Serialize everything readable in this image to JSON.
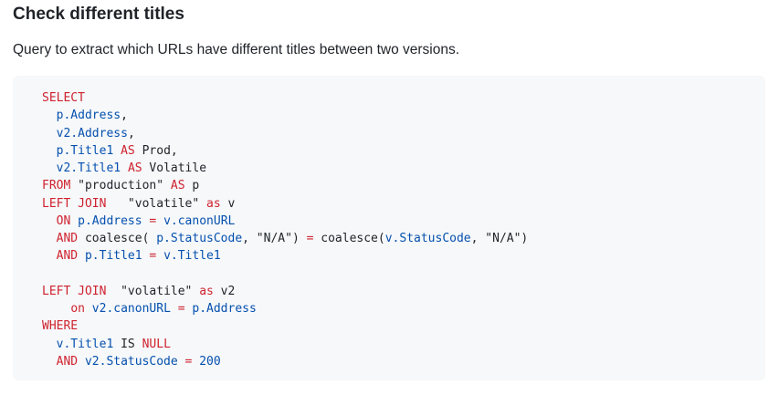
{
  "section": {
    "title": "Check different titles",
    "description": "Query to extract which URLs have different titles between two versions."
  },
  "code": {
    "language": "sql",
    "colors": {
      "keyword": "#cf222e",
      "identifier": "#0550ae",
      "text": "#1f2328",
      "background": "#f6f8fa"
    },
    "lines": [
      [
        {
          "t": "kw",
          "s": "SELECT"
        }
      ],
      [
        {
          "t": "tx",
          "s": "  "
        },
        {
          "t": "id",
          "s": "p.Address"
        },
        {
          "t": "tx",
          "s": ","
        }
      ],
      [
        {
          "t": "tx",
          "s": "  "
        },
        {
          "t": "id",
          "s": "v2.Address"
        },
        {
          "t": "tx",
          "s": ","
        }
      ],
      [
        {
          "t": "tx",
          "s": "  "
        },
        {
          "t": "id",
          "s": "p.Title1"
        },
        {
          "t": "tx",
          "s": " "
        },
        {
          "t": "kw",
          "s": "AS"
        },
        {
          "t": "tx",
          "s": " Prod,"
        }
      ],
      [
        {
          "t": "tx",
          "s": "  "
        },
        {
          "t": "id",
          "s": "v2.Title1"
        },
        {
          "t": "tx",
          "s": " "
        },
        {
          "t": "kw",
          "s": "AS"
        },
        {
          "t": "tx",
          "s": " Volatile"
        }
      ],
      [
        {
          "t": "kw",
          "s": "FROM"
        },
        {
          "t": "tx",
          "s": " \"production\" "
        },
        {
          "t": "kw",
          "s": "AS"
        },
        {
          "t": "tx",
          "s": " p"
        }
      ],
      [
        {
          "t": "kw",
          "s": "LEFT JOIN"
        },
        {
          "t": "tx",
          "s": "   \"volatile\" "
        },
        {
          "t": "kw",
          "s": "as"
        },
        {
          "t": "tx",
          "s": " v"
        }
      ],
      [
        {
          "t": "tx",
          "s": "  "
        },
        {
          "t": "kw",
          "s": "ON"
        },
        {
          "t": "tx",
          "s": " "
        },
        {
          "t": "id",
          "s": "p.Address"
        },
        {
          "t": "tx",
          "s": " "
        },
        {
          "t": "kw",
          "s": "="
        },
        {
          "t": "tx",
          "s": " "
        },
        {
          "t": "id",
          "s": "v.canonURL"
        }
      ],
      [
        {
          "t": "tx",
          "s": "  "
        },
        {
          "t": "kw",
          "s": "AND"
        },
        {
          "t": "tx",
          "s": " coalesce( "
        },
        {
          "t": "id",
          "s": "p.StatusCode"
        },
        {
          "t": "tx",
          "s": ", \"N/A\") "
        },
        {
          "t": "kw",
          "s": "="
        },
        {
          "t": "tx",
          "s": " coalesce("
        },
        {
          "t": "id",
          "s": "v.StatusCode"
        },
        {
          "t": "tx",
          "s": ", \"N/A\")"
        }
      ],
      [
        {
          "t": "tx",
          "s": "  "
        },
        {
          "t": "kw",
          "s": "AND"
        },
        {
          "t": "tx",
          "s": " "
        },
        {
          "t": "id",
          "s": "p.Title1"
        },
        {
          "t": "tx",
          "s": " "
        },
        {
          "t": "kw",
          "s": "="
        },
        {
          "t": "tx",
          "s": " "
        },
        {
          "t": "id",
          "s": "v.Title1"
        }
      ],
      [],
      [
        {
          "t": "kw",
          "s": "LEFT JOIN"
        },
        {
          "t": "tx",
          "s": "  \"volatile\" "
        },
        {
          "t": "kw",
          "s": "as"
        },
        {
          "t": "tx",
          "s": " v2"
        }
      ],
      [
        {
          "t": "tx",
          "s": "    "
        },
        {
          "t": "kw",
          "s": "on"
        },
        {
          "t": "tx",
          "s": " "
        },
        {
          "t": "id",
          "s": "v2.canonURL"
        },
        {
          "t": "tx",
          "s": " "
        },
        {
          "t": "kw",
          "s": "="
        },
        {
          "t": "tx",
          "s": " "
        },
        {
          "t": "id",
          "s": "p.Address"
        }
      ],
      [
        {
          "t": "kw",
          "s": "WHERE"
        }
      ],
      [
        {
          "t": "tx",
          "s": "  "
        },
        {
          "t": "id",
          "s": "v.Title1"
        },
        {
          "t": "tx",
          "s": " IS "
        },
        {
          "t": "kw",
          "s": "NULL"
        }
      ],
      [
        {
          "t": "tx",
          "s": "  "
        },
        {
          "t": "kw",
          "s": "AND"
        },
        {
          "t": "tx",
          "s": " "
        },
        {
          "t": "id",
          "s": "v2.StatusCode"
        },
        {
          "t": "tx",
          "s": " "
        },
        {
          "t": "kw",
          "s": "="
        },
        {
          "t": "tx",
          "s": " "
        },
        {
          "t": "id",
          "s": "200"
        }
      ]
    ]
  }
}
